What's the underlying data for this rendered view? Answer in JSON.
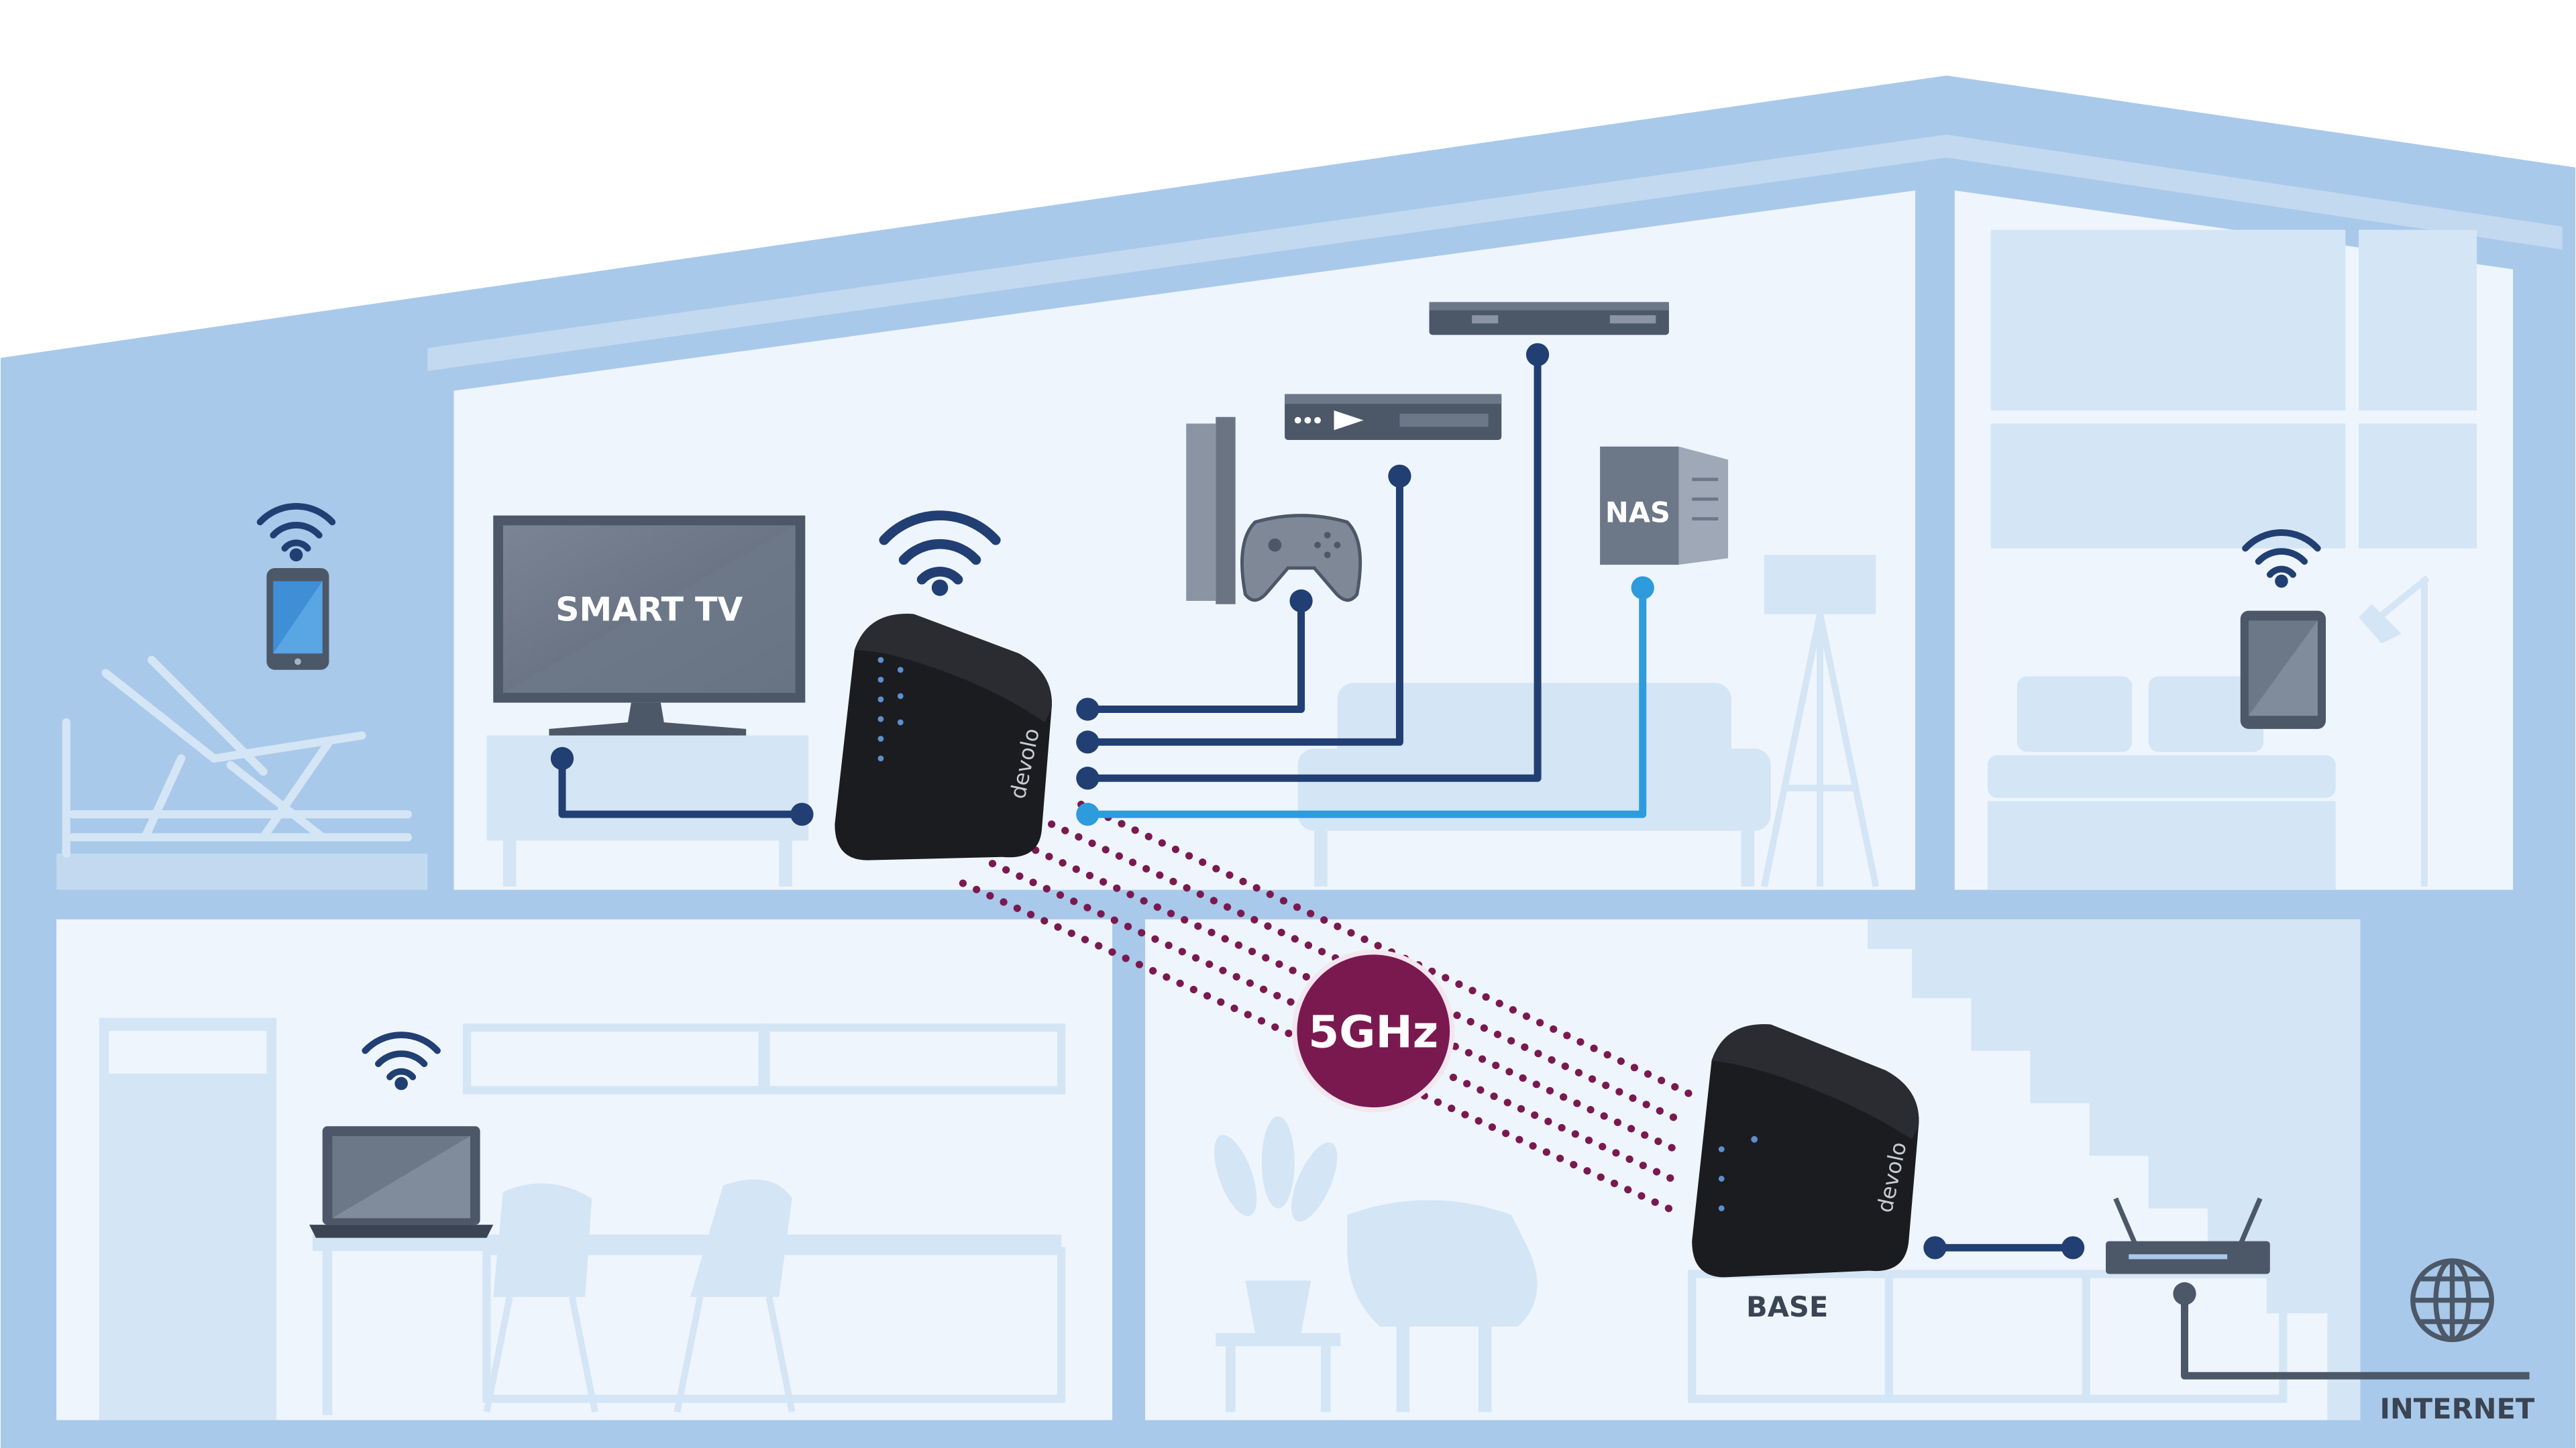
{
  "labels": {
    "smart_tv": "SMART TV",
    "nas": "NAS",
    "frequency": "5GHz",
    "base": "BASE",
    "internet": "INTERNET",
    "brand": "devolo"
  },
  "icons": {
    "wifi": "wifi-icon",
    "globe": "globe-icon",
    "bluray": "bluray-logo-icon",
    "gamepad": "gamepad-icon"
  },
  "colors": {
    "house_light": "#A9C9EA",
    "house_pale": "#D4E5F5",
    "house_bg": "#EEF5FC",
    "cable_dark": "#223F73",
    "cable_light": "#2E9BDD",
    "wireless": "#7A1950",
    "device_black": "#1B1C1F",
    "device_grey": "#5A6575"
  }
}
